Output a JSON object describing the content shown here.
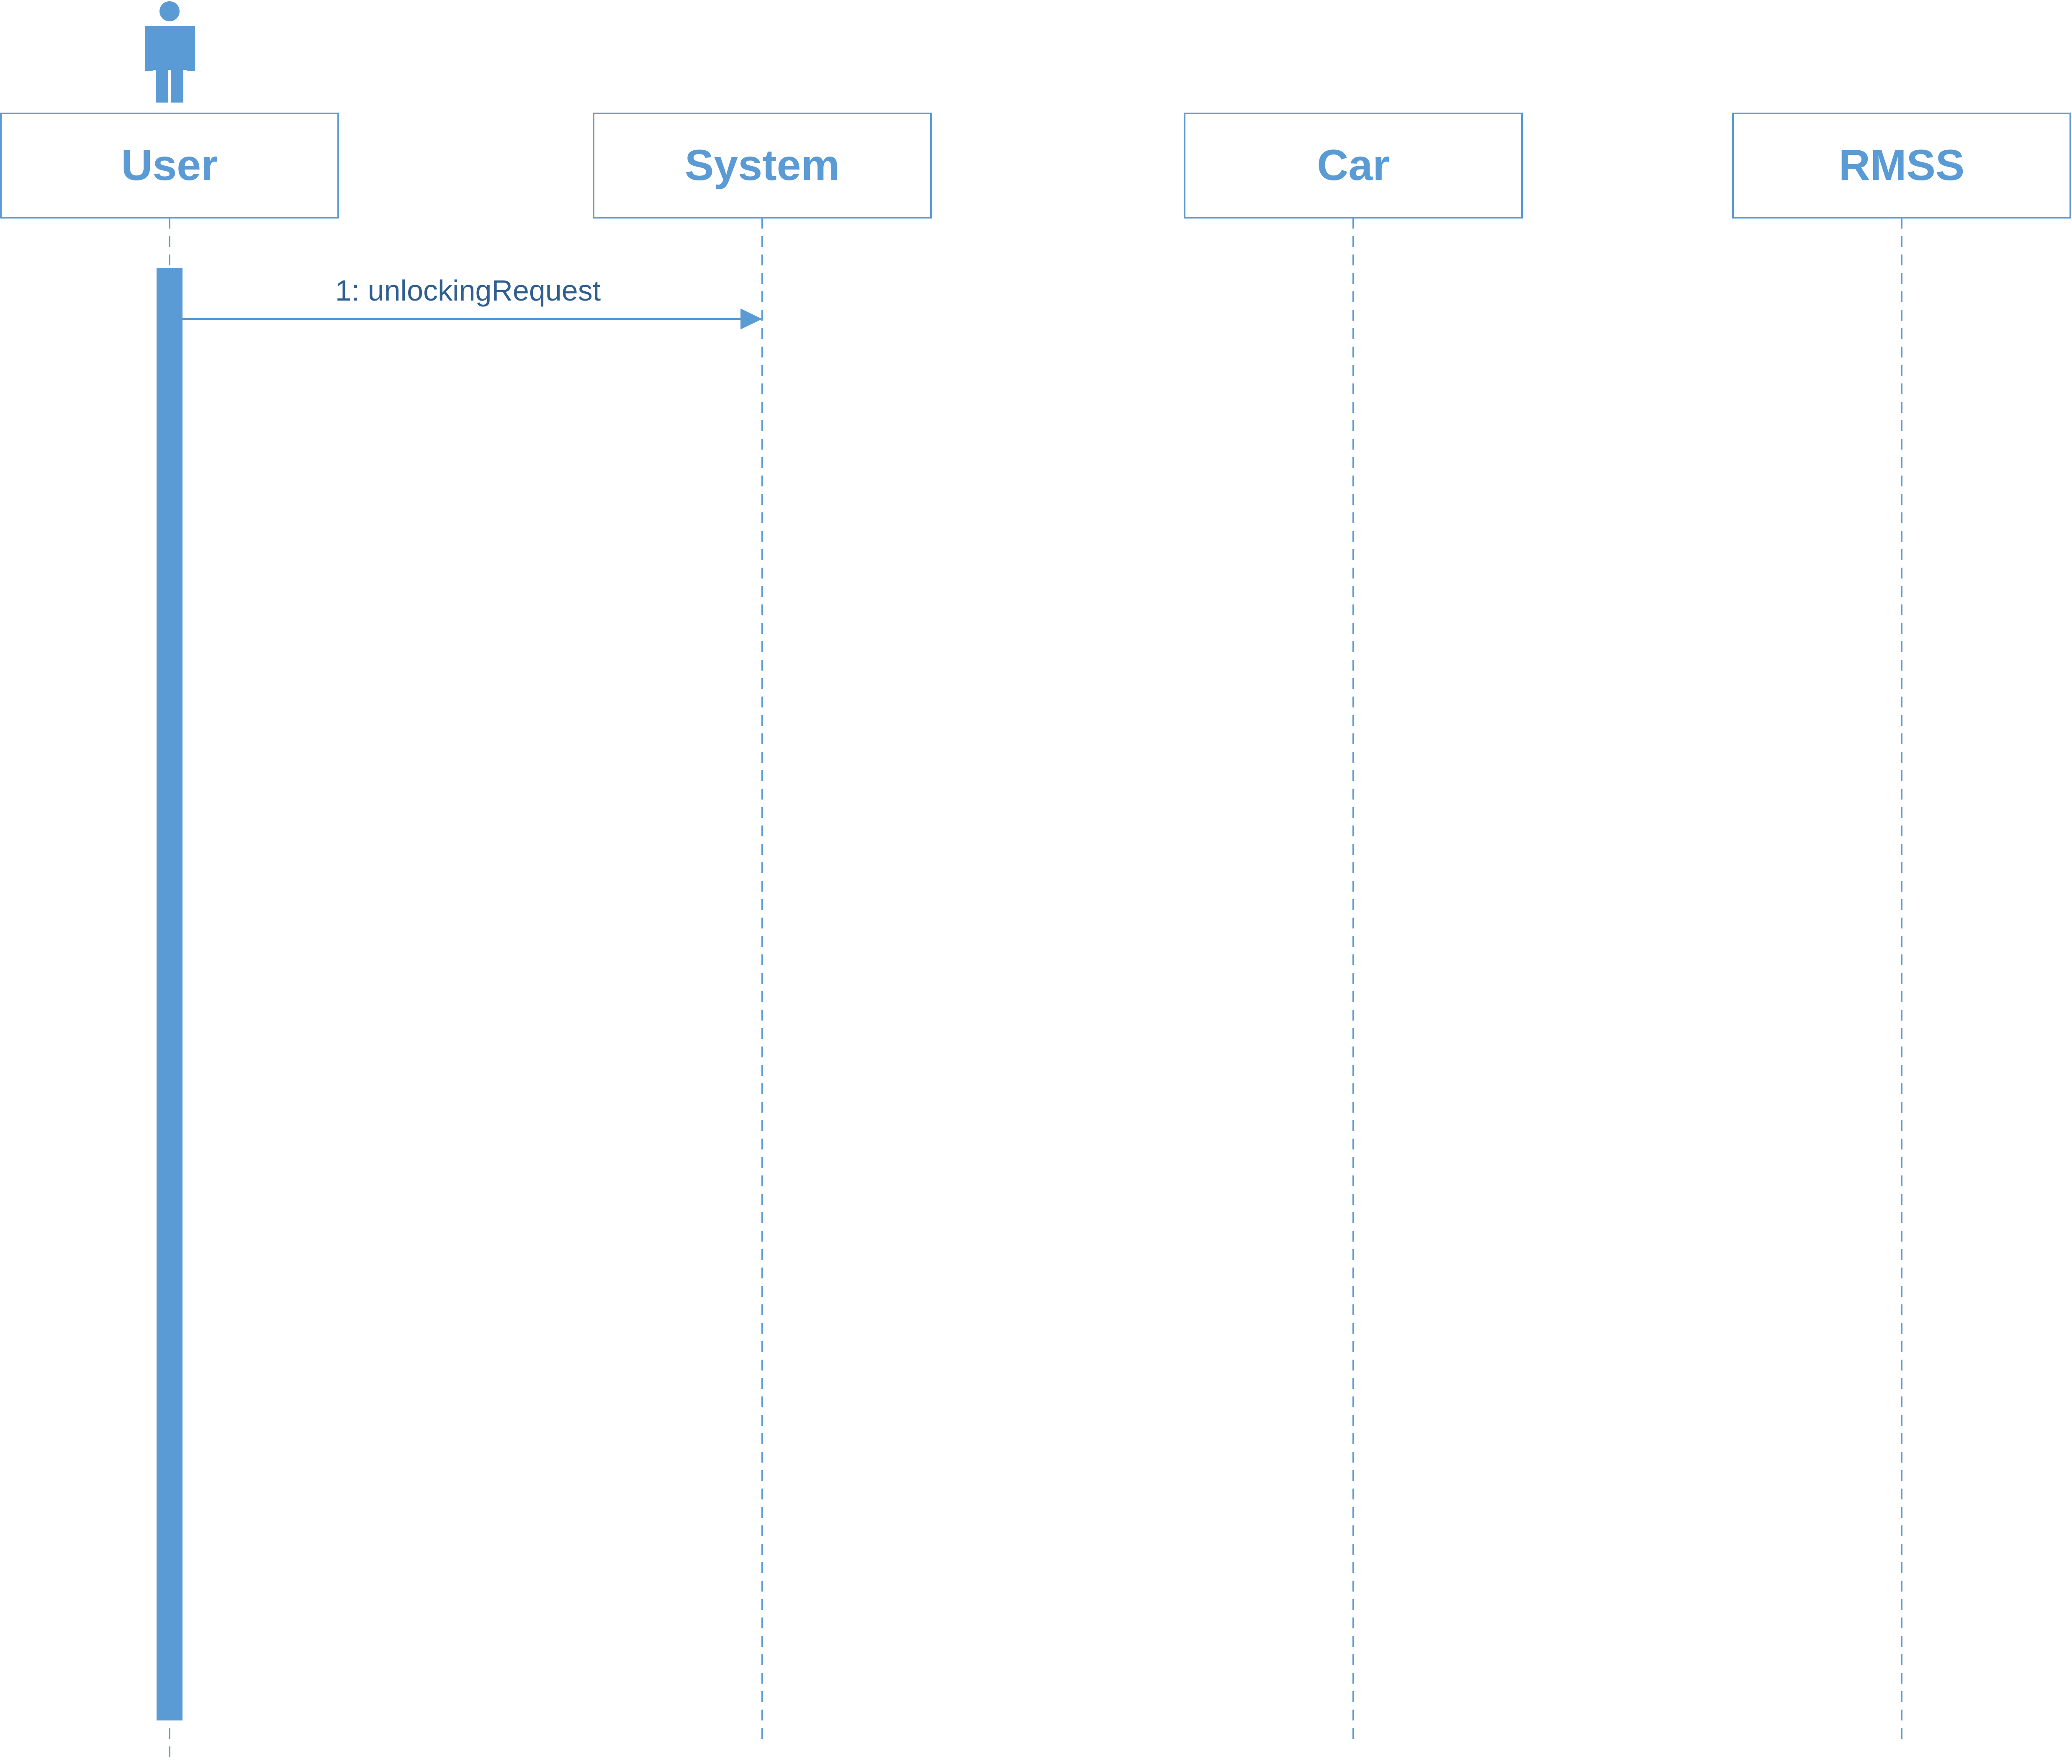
{
  "colors": {
    "accent": "#5b9bd5",
    "message_text": "#2f5f8f",
    "background": "#ffffff"
  },
  "participants": [
    {
      "id": "user",
      "label": "User",
      "kind": "actor",
      "icon": "person-icon"
    },
    {
      "id": "system",
      "label": "System",
      "kind": "object"
    },
    {
      "id": "car",
      "label": "Car",
      "kind": "object"
    },
    {
      "id": "rmss",
      "label": "RMSS",
      "kind": "object"
    }
  ],
  "messages": [
    {
      "from": "user",
      "to": "system",
      "label": "1: unlockingRequest"
    }
  ]
}
